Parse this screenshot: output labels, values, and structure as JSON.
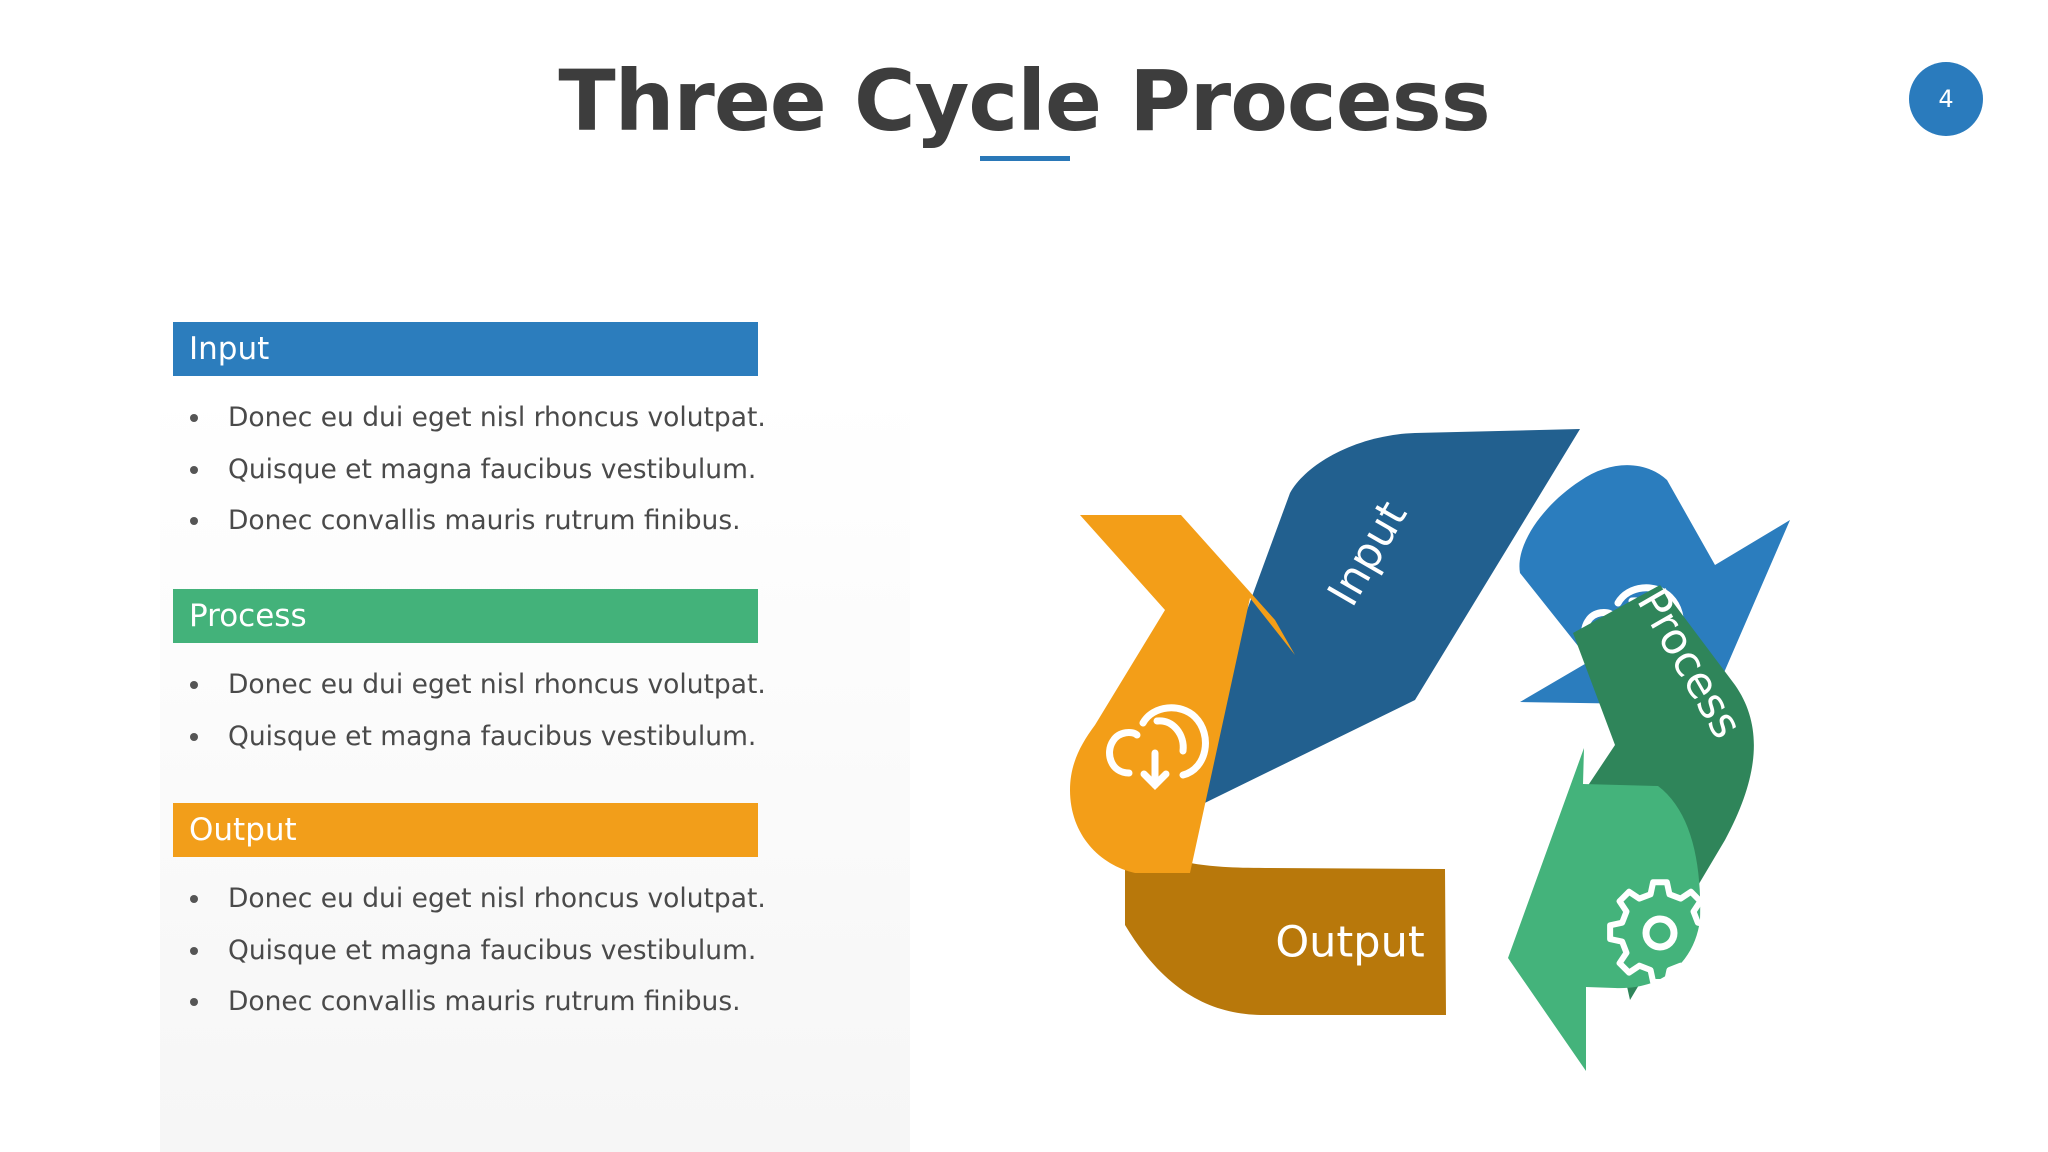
{
  "slide": {
    "title": "Three Cycle Process",
    "page_number": "4",
    "accent_color": "#2a78b8"
  },
  "sections": [
    {
      "title": "Input",
      "color": "#2c7dbd",
      "bullets": [
        "Donec eu dui eget nisl rhoncus volutpat.",
        "Quisque et magna faucibus vestibulum.",
        "Donec convallis mauris rutrum finibus."
      ]
    },
    {
      "title": "Process",
      "color": "#43b27a",
      "bullets": [
        "Donec eu dui eget nisl rhoncus volutpat.",
        "Quisque et magna faucibus vestibulum."
      ]
    },
    {
      "title": "Output",
      "color": "#f29e1a",
      "bullets": [
        "Donec eu dui eget nisl rhoncus volutpat.",
        "Quisque et magna faucibus vestibulum.",
        "Donec convallis mauris rutrum finibus."
      ]
    }
  ],
  "cycle": {
    "segments": [
      {
        "label": "Input",
        "band_color": "#22608f",
        "arrow_color": "#2b7dbe",
        "icon": "cloud-upload-icon"
      },
      {
        "label": "Process",
        "band_color": "#2f855a",
        "arrow_color": "#44b37b",
        "icon": "gear-icon"
      },
      {
        "label": "Output",
        "band_color": "#b8780b",
        "arrow_color": "#f39e18",
        "icon": "cloud-download-icon"
      }
    ]
  }
}
